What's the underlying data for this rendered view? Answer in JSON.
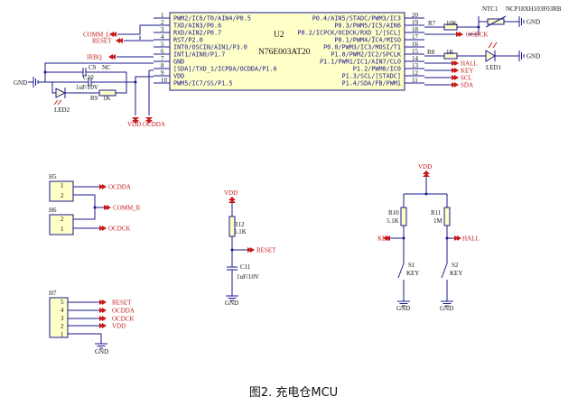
{
  "chip": {
    "ref": "U2",
    "part": "N76E003AT20",
    "left_pins": [
      {
        "num": "1",
        "name": "PWM2/IC6/T0/AIN4/P0.5"
      },
      {
        "num": "2",
        "name": "TXD/AIN3/P0.6"
      },
      {
        "num": "3",
        "name": "RXD/AIN2/P0.7"
      },
      {
        "num": "4",
        "name": "RST/P2.0"
      },
      {
        "num": "5",
        "name": "INT0/OSCIN/AIN1/P3.0"
      },
      {
        "num": "6",
        "name": "INT1/AIN0/P1.7"
      },
      {
        "num": "7",
        "name": "GND"
      },
      {
        "num": "8",
        "name": "[SDA]/TXD_1/ICPDA/OCDDA/P1.6"
      },
      {
        "num": "9",
        "name": "VDD"
      },
      {
        "num": "10",
        "name": "PWM5/IC7/SS/P1.5"
      }
    ],
    "right_pins": [
      {
        "num": "20",
        "name": "P0.4/AIN5/STADC/PWM3/IC3"
      },
      {
        "num": "19",
        "name": "P0.3/PWM5/IC5/AIN6"
      },
      {
        "num": "18",
        "name": "P0.2/ICPCK/OCDCK/RXD_1/[SCL]"
      },
      {
        "num": "17",
        "name": "P0.1/PWM4/IC4/MISO"
      },
      {
        "num": "16",
        "name": "P0.0/PWM3/IC3/MOSI/T1"
      },
      {
        "num": "15",
        "name": "P1.0/PWM2/IC2/SPCLK"
      },
      {
        "num": "14",
        "name": "P1.1/PWM1/IC1/AIN7/CLO"
      },
      {
        "num": "13",
        "name": "P1.2/PWM0/IC0"
      },
      {
        "num": "12",
        "name": "P1.3/SCL/[STADC]"
      },
      {
        "num": "11",
        "name": "P1.4/SDA/FB/PWM1"
      }
    ]
  },
  "nets": {
    "comm_l": "COMM_L",
    "reset": "RESET",
    "irbq": "IRBQ",
    "gnd": "GND",
    "vdd": "VDD",
    "ocdda": "OCDDA",
    "ocdck": "OCDCK",
    "hall": "HALL",
    "key": "KEY",
    "scl": "SCL",
    "sda": "SDA",
    "comm_r": "COMM_R"
  },
  "components": {
    "c9": {
      "ref": "C9",
      "value": "NC"
    },
    "c10": {
      "ref": "C10",
      "value": "1uF/10V"
    },
    "r9": {
      "ref": "R9",
      "value": "1K"
    },
    "led2": {
      "ref": "LED2"
    },
    "r7": {
      "ref": "R7",
      "value": "10K"
    },
    "ntc1": {
      "ref": "NTC1",
      "value": "NCP18XH103F03RB"
    },
    "r8": {
      "ref": "R8",
      "value": "1K"
    },
    "led1": {
      "ref": "LED1"
    },
    "h5": {
      "ref": "H5",
      "pins": [
        "1",
        "2"
      ]
    },
    "h6": {
      "ref": "H6",
      "pins": [
        "2",
        "1"
      ]
    },
    "h7": {
      "ref": "H7",
      "pins": [
        "5",
        "4",
        "3",
        "2",
        "1"
      ]
    },
    "r12": {
      "ref": "R12",
      "value": "5.1K"
    },
    "c11": {
      "ref": "C11",
      "value": "1uF/10V"
    },
    "r10": {
      "ref": "R10",
      "value": "5.1K"
    },
    "r11": {
      "ref": "R11",
      "value": "1M"
    },
    "s1": {
      "ref": "S1",
      "value": "KEY"
    },
    "s2": {
      "ref": "S2",
      "value": "KEY"
    }
  },
  "caption": "图2. 充电仓MCU"
}
